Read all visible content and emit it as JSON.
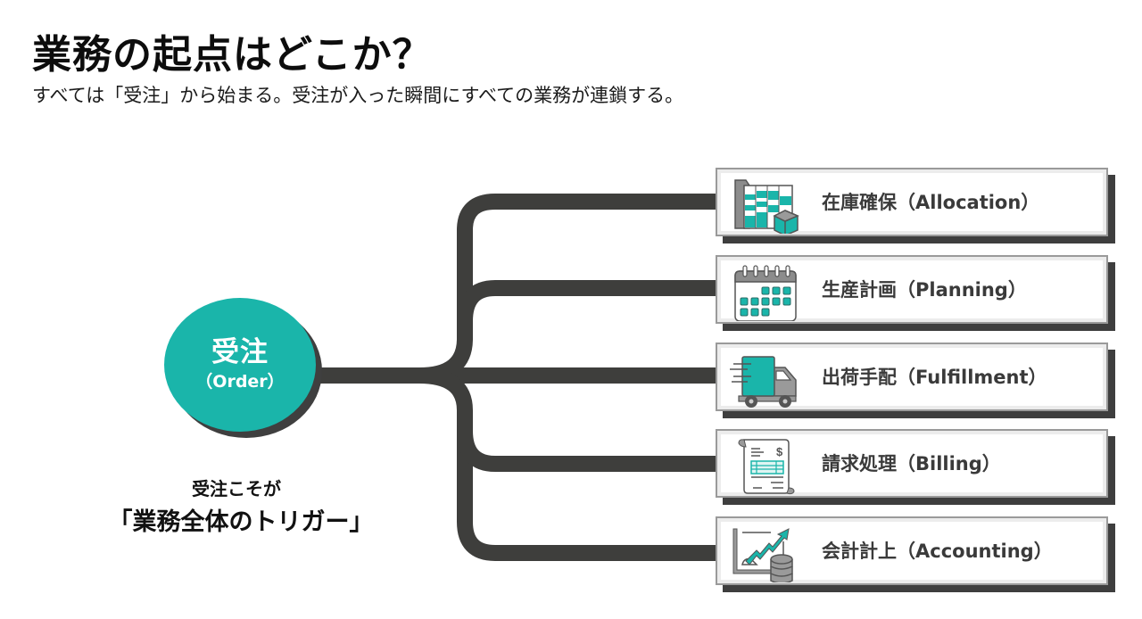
{
  "header": {
    "title": "業務の起点はどこか？",
    "subtitle": "すべては「受注」から始まる。受注が入った瞬間にすべての業務が連鎖する。"
  },
  "hub": {
    "label": "受注",
    "sublabel": "（Order）",
    "color": "#1ab5aa"
  },
  "caption": {
    "line1": "受注こそが",
    "line2": "「業務全体のトリガー」"
  },
  "branches": [
    {
      "label": "在庫確保（Allocation）",
      "icon": "inventory-shelf-box-icon"
    },
    {
      "label": "生産計画（Planning）",
      "icon": "calendar-icon"
    },
    {
      "label": "出荷手配（Fulfillment）",
      "icon": "delivery-truck-icon"
    },
    {
      "label": "請求処理（Billing）",
      "icon": "invoice-receipt-icon"
    },
    {
      "label": "会計計上（Accounting）",
      "icon": "growth-chart-database-icon"
    }
  ],
  "colors": {
    "accent": "#1ab5aa",
    "connector": "#3e3e3c",
    "icon_gray": "#8c8c8c"
  }
}
